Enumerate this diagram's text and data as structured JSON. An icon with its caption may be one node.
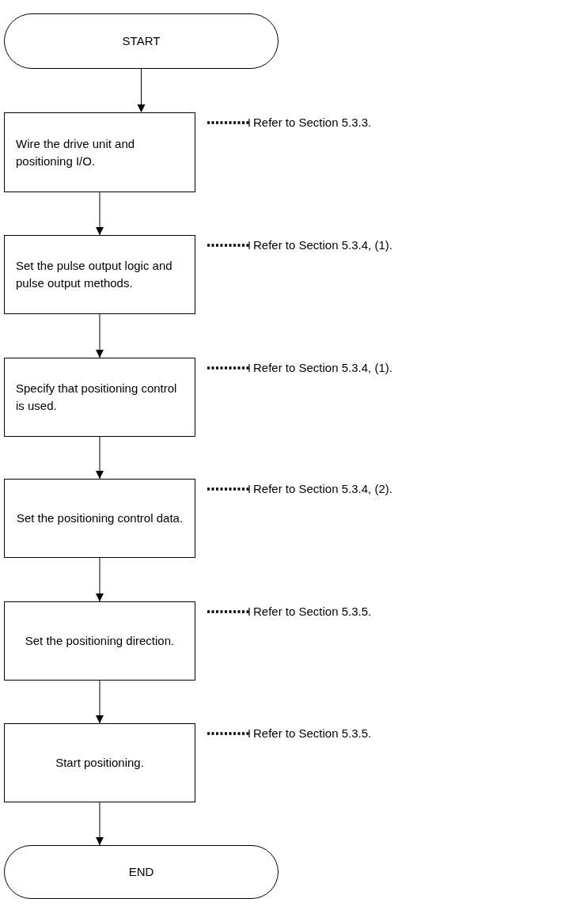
{
  "diagram": {
    "nodes": [
      {
        "text": [
          "START"
        ]
      },
      {
        "text": [
          "Wire the drive unit and positioning I/O."
        ]
      },
      {
        "text": [
          "Set the pulse output logic and pulse output methods."
        ]
      },
      {
        "text": [
          "Specify that positioning control is used."
        ]
      },
      {
        "text": [
          "Set the positioning control data."
        ]
      },
      {
        "text": [
          "Set the positioning direction."
        ]
      },
      {
        "text": [
          "Start positioning."
        ]
      },
      {
        "text": [
          "END"
        ]
      },
      {
        "text": [
          "Refer to Section 5.3.3."
        ]
      },
      {
        "text": [
          "Refer to Section 5.3.4, (1)."
        ]
      },
      {
        "text": [
          "Refer to Section 5.3.4, (1)."
        ]
      },
      {
        "text": [
          "Refer to Section 5.3.4, (2)."
        ]
      },
      {
        "text": [
          "Refer to Section 5.3.5."
        ]
      },
      {
        "text": [
          "Refer to Section 5.3.5."
        ]
      }
    ],
    "edges": [
      {
        "from": 0,
        "to": 1,
        "arrow": "to"
      },
      {
        "from": 1,
        "to": 2,
        "arrow": "to"
      },
      {
        "from": 2,
        "to": 3,
        "arrow": "to"
      },
      {
        "from": 3,
        "to": 4,
        "arrow": "to"
      },
      {
        "from": 4,
        "to": 5,
        "arrow": "to"
      },
      {
        "from": 5,
        "to": 6,
        "arrow": "to"
      },
      {
        "from": 6,
        "to": 7,
        "arrow": "to"
      },
      {
        "from": 1,
        "to": 8,
        "arrow": "other",
        "style": "dashed"
      },
      {
        "from": 2,
        "to": 9,
        "arrow": "other",
        "style": "dashed"
      },
      {
        "from": 3,
        "to": 10,
        "arrow": "other",
        "style": "dashed"
      },
      {
        "from": 4,
        "to": 11,
        "arrow": "other",
        "style": "dashed"
      },
      {
        "from": 5,
        "to": 12,
        "arrow": "other",
        "style": "dashed"
      },
      {
        "from": 6,
        "to": 13,
        "arrow": "other",
        "style": "dashed"
      }
    ]
  }
}
